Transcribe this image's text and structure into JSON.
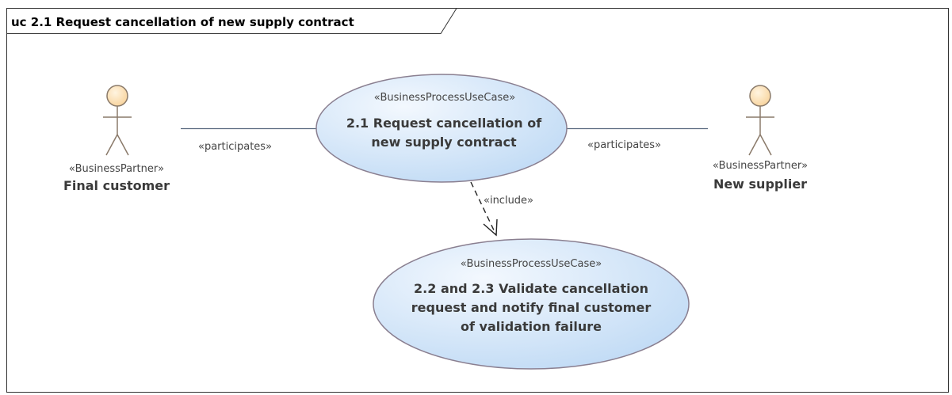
{
  "frame": {
    "title": "uc 2.1 Request cancellation of new supply contract"
  },
  "actors": [
    {
      "stereotype": "«BusinessPartner»",
      "name": "Final customer"
    },
    {
      "stereotype": "«BusinessPartner»",
      "name": "New supplier"
    }
  ],
  "use_cases": [
    {
      "stereotype": "«BusinessProcessUseCase»",
      "name_lines": [
        "2.1 Request cancellation of",
        "new supply contract"
      ]
    },
    {
      "stereotype": "«BusinessProcessUseCase»",
      "name_lines": [
        "2.2 and 2.3 Validate cancellation",
        "request and notify final customer",
        "of validation failure"
      ]
    }
  ],
  "connectors": [
    {
      "label": "«participates»"
    },
    {
      "label": "«participates»"
    },
    {
      "label": "«include»"
    }
  ],
  "colors": {
    "actor_fill": "#fde3b8",
    "actor_stroke": "#8a7a6a",
    "usecase_fill_light": "#eef5fd",
    "usecase_fill_dark": "#bcd8f4",
    "usecase_stroke": "#8a7f90",
    "line": "#5a6a80"
  }
}
